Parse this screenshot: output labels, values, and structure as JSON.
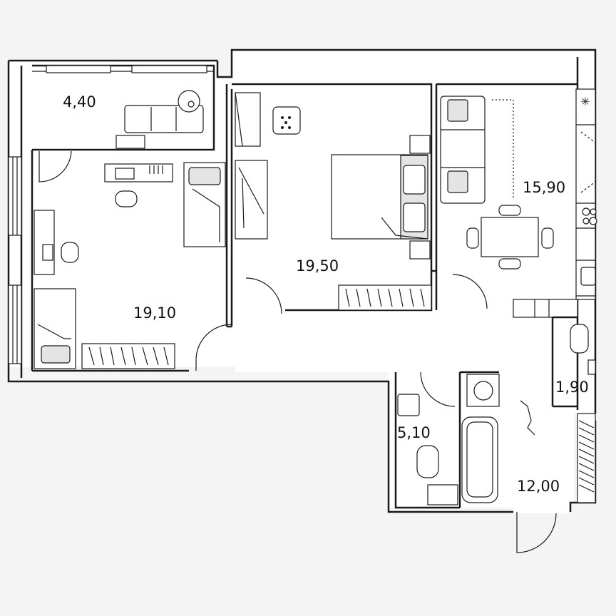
{
  "rooms": [
    {
      "id": "balcony",
      "area": "4,40"
    },
    {
      "id": "living-room",
      "area": "19,10"
    },
    {
      "id": "bedroom",
      "area": "19,50"
    },
    {
      "id": "kitchen",
      "area": "15,90"
    },
    {
      "id": "toilet",
      "area": "1,90"
    },
    {
      "id": "bathroom",
      "area": "5,10"
    },
    {
      "id": "hallway",
      "area": "12,00"
    }
  ],
  "colors": {
    "background": "#f4f4f4",
    "floor": "#ffffff",
    "wall": "#1a1a1a",
    "fill_grey": "#e4e4e4"
  }
}
